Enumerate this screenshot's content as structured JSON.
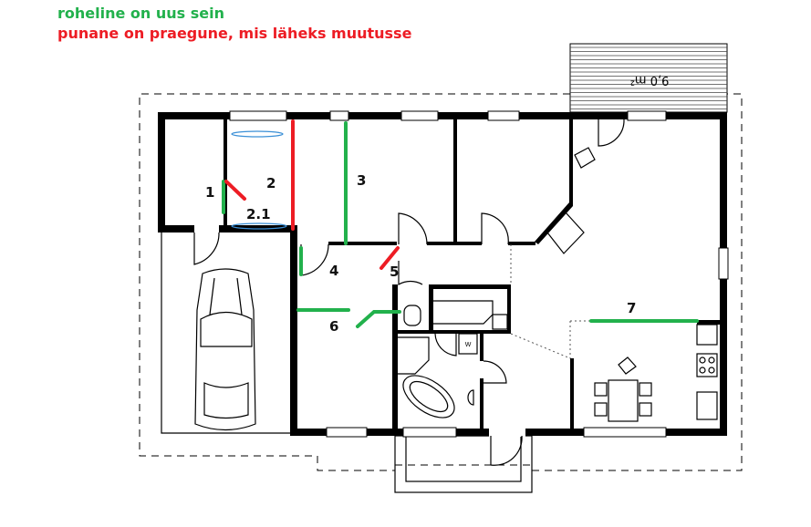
{
  "legend": {
    "green_text": "roheline on uus sein",
    "red_text": "punane on praegune, mis läheks muutusse",
    "green_color": "#22b14c",
    "red_color": "#ed1c24"
  },
  "plan": {
    "balcony_area": "9,0 m²",
    "room_labels": [
      "1",
      "2",
      "2.1",
      "3",
      "4",
      "5",
      "6",
      "7"
    ],
    "washer_label": "W"
  }
}
